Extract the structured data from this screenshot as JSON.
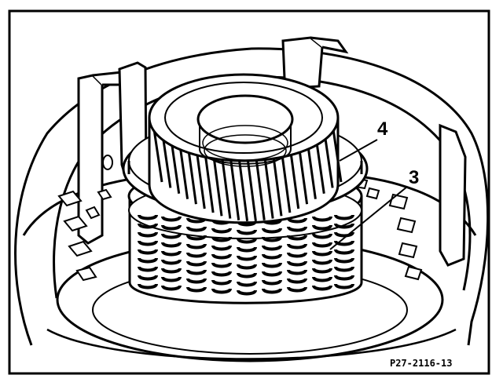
{
  "figure": {
    "callouts": [
      {
        "label": "4"
      },
      {
        "label": "3"
      }
    ],
    "reference_code": "P27-2116-13"
  }
}
